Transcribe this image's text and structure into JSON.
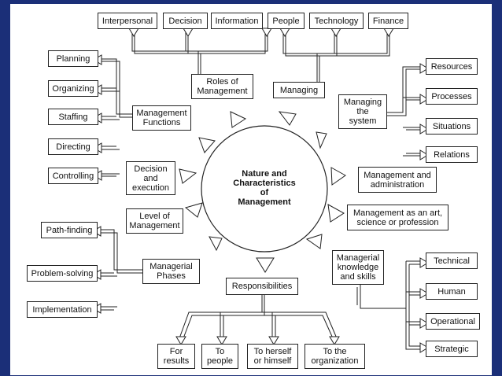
{
  "colors": {
    "background": "#1b2f78",
    "panel": "#ffffff",
    "line": "#222222"
  },
  "center": {
    "label": "Nature and\nCharacteristics\nof\nManagement"
  },
  "boxes": {
    "interpersonal": "Interpersonal",
    "decision": "Decision",
    "information": "Information",
    "people": "People",
    "technology": "Technology",
    "finance": "Finance",
    "roles_of_management": "Roles of\nManagement",
    "managing": "Managing",
    "resources": "Resources",
    "processes": "Processes",
    "situations": "Situations",
    "relations": "Relations",
    "managing_the_system": "Managing\nthe\nsystem",
    "planning": "Planning",
    "organizing": "Organizing",
    "staffing": "Staffing",
    "directing": "Directing",
    "controlling": "Controlling",
    "management_functions": "Management\nFunctions",
    "decision_and_execution": "Decision\nand\nexecution",
    "management_and_administration": "Management and\nadministration",
    "level_of_management": "Level of\nManagement",
    "management_as_art": "Management as an art,\nscience or profession",
    "path_finding": "Path-finding",
    "problem_solving": "Problem-solving",
    "implementation": "Implementation",
    "managerial_phases": "Managerial\nPhases",
    "managerial_knowledge": "Managerial\nknowledge\nand skills",
    "technical": "Technical",
    "human": "Human",
    "operational": "Operational",
    "strategic": "Strategic",
    "responsibilities": "Responsibilities",
    "for_results": "For\nresults",
    "to_people": "To\npeople",
    "to_herself": "To herself\nor himself",
    "to_organization": "To the\norganization"
  }
}
